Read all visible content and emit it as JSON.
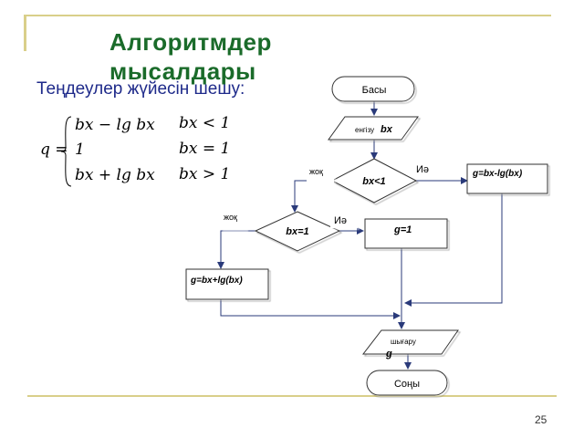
{
  "title": "Алгоритмдер мысалдары",
  "subtitle": "Теңдеулер жүйесін шешу:",
  "equation": {
    "lhs": "q =",
    "cases": [
      {
        "expr": "bx − lg bx",
        "cond": "bx < 1"
      },
      {
        "expr": "1",
        "cond": "bx = 1"
      },
      {
        "expr": "bx + lg bx",
        "cond": "bx > 1"
      }
    ]
  },
  "flowchart": {
    "start": "Басы",
    "input_label": "енгізу",
    "input_var": "bx",
    "decision1": "bx<1",
    "decision1_yes": "Иә",
    "decision1_no": "жоқ",
    "process_yes1": "g=bx-lg(bx)",
    "decision2": "bx=1",
    "decision2_yes": "Иә",
    "decision2_no": "жоқ",
    "process_yes2": "g=1",
    "process_no2": "g=bx+lg(bx)",
    "output_label": "шығару",
    "output_var": "g",
    "end": "Соңы"
  },
  "page_number": "25",
  "colors": {
    "frame": "#d9cf8a",
    "title": "#1a6b2a",
    "subtitle": "#1e2a8a"
  }
}
